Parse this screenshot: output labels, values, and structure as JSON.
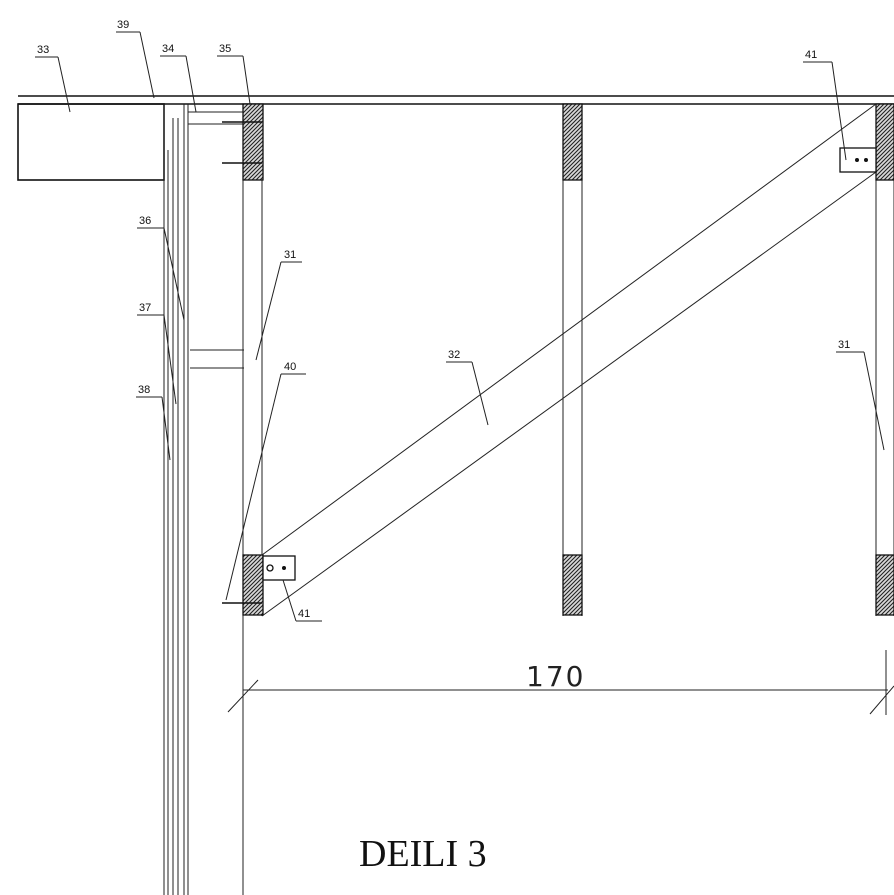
{
  "drawing": {
    "caption": "DEILI 3",
    "dimension": "170",
    "labels": {
      "l33": "33",
      "l39": "39",
      "l34": "34",
      "l35": "35",
      "l41_top": "41",
      "l36": "36",
      "l31_left": "31",
      "l37": "37",
      "l40": "40",
      "l32": "32",
      "l31_right": "31",
      "l38": "38",
      "l41_bottom": "41"
    }
  }
}
